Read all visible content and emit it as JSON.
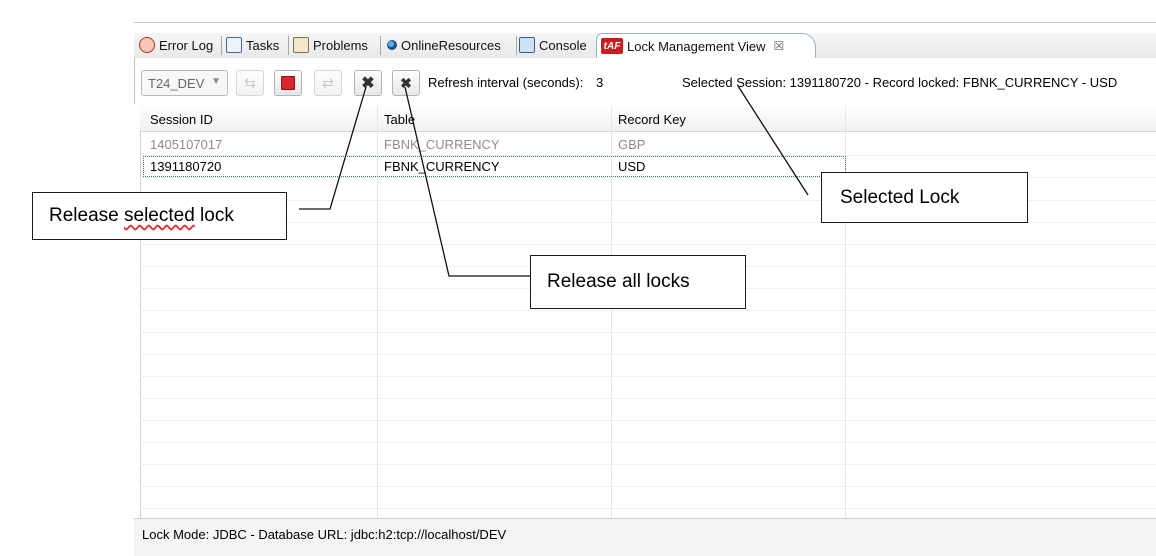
{
  "tabs": [
    {
      "label": "Error Log",
      "icon": "error-log-icon"
    },
    {
      "label": "Tasks",
      "icon": "tasks-icon"
    },
    {
      "label": "Problems",
      "icon": "problems-icon"
    },
    {
      "label": "OnlineResources",
      "icon": "online-resources-icon"
    },
    {
      "label": "Console",
      "icon": "console-icon"
    },
    {
      "label": "Lock Management View",
      "icon": "taf-icon",
      "icon_text": "tAF",
      "active": true
    }
  ],
  "toolbar": {
    "environment": "T24_DEV",
    "refresh_label": "Refresh interval (seconds):",
    "refresh_value": "3",
    "selected_info": "Selected Session: 1391180720 - Record locked: FBNK_CURRENCY - USD"
  },
  "table": {
    "columns": [
      "Session ID",
      "Table",
      "Record Key"
    ],
    "rows": [
      {
        "session_id": "1405107017",
        "table": "FBNK_CURRENCY",
        "record_key": "GBP"
      },
      {
        "session_id": "1391180720",
        "table": "FBNK_CURRENCY",
        "record_key": "USD",
        "selected": true
      }
    ]
  },
  "status": "Lock Mode: JDBC - Database URL: jdbc:h2:tcp://localhost/DEV",
  "callouts": {
    "release_selected_a": "Release ",
    "release_selected_b": "selected",
    "release_selected_c": " lock",
    "release_all": "Release all locks",
    "selected_lock": "Selected Lock"
  },
  "colors": {
    "accent_red": "#d9262b",
    "selection_border": "#3a6fb0"
  }
}
